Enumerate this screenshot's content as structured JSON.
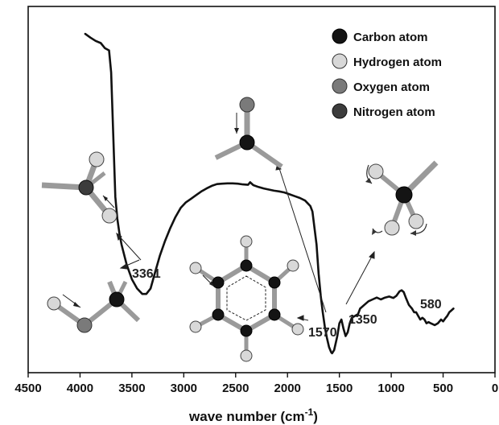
{
  "colors": {
    "carbon": "#141414",
    "hydrogen": "#d8d8d8",
    "oxygen": "#7a7a7a",
    "nitrogen": "#3c3c3c",
    "bond": "#9a9a9a",
    "line": "#111111"
  },
  "chart_data": {
    "type": "line",
    "xlabel_main": "wave number (cm",
    "xlabel_sup": "-1",
    "xlabel_close": ")",
    "xlim": [
      4500,
      0
    ],
    "x_ticks": [
      "4500",
      "4000",
      "3500",
      "3000",
      "2500",
      "2000",
      "1500",
      "1000",
      "500",
      "0"
    ],
    "legend": [
      {
        "label": "Carbon atom",
        "icon": "carbon-atom-icon",
        "color_key": "carbon"
      },
      {
        "label": "Hydrogen atom",
        "icon": "hydrogen-atom-icon",
        "color_key": "hydrogen"
      },
      {
        "label": "Oxygen atom",
        "icon": "oxygen-atom-icon",
        "color_key": "oxygen"
      },
      {
        "label": "Nitrogen atom",
        "icon": "nitrogen-atom-icon",
        "color_key": "nitrogen"
      }
    ],
    "peaks": [
      {
        "label": "3361",
        "x": 3361
      },
      {
        "label": "1570",
        "x": 1570
      },
      {
        "label": "1350",
        "x": 1350
      },
      {
        "label": "580",
        "x": 580
      }
    ],
    "series": [
      {
        "x": [
          3950,
          3900,
          3850,
          3800,
          3760,
          3720,
          3700,
          3680,
          3660,
          3640,
          3620,
          3600,
          3550,
          3500,
          3450,
          3400,
          3361,
          3320,
          3280,
          3230,
          3180,
          3130,
          3080,
          3030,
          2980,
          2930,
          2880,
          2830,
          2780,
          2730,
          2680,
          2630,
          2580,
          2530,
          2480,
          2430,
          2380,
          2360,
          2330,
          2280,
          2230,
          2180,
          2130,
          2080,
          2030,
          1980,
          1930,
          1880,
          1830,
          1780,
          1760,
          1720,
          1700,
          1680,
          1660,
          1640,
          1620,
          1600,
          1580,
          1570,
          1550,
          1520,
          1500,
          1480,
          1460,
          1440,
          1420,
          1400,
          1380,
          1350,
          1320,
          1300,
          1260,
          1220,
          1180,
          1140,
          1100,
          1060,
          1020,
          980,
          950,
          920,
          900,
          880,
          860,
          830,
          800,
          780,
          760,
          740,
          720,
          700,
          680,
          660,
          640,
          620,
          580,
          550,
          520,
          500,
          480,
          460,
          440,
          420,
          400
        ],
        "y": [
          92.5,
          91.5,
          90.6,
          90.0,
          88.6,
          88.0,
          82.0,
          65.0,
          48.0,
          42.0,
          38.0,
          35.0,
          29.5,
          25.5,
          23.0,
          21.5,
          21.5,
          23.0,
          27.0,
          32.0,
          36.0,
          39.5,
          42.5,
          45.0,
          46.5,
          47.5,
          48.5,
          49.5,
          50.3,
          51.0,
          51.5,
          51.6,
          51.7,
          51.7,
          51.6,
          51.4,
          51.3,
          52.0,
          51.2,
          50.7,
          50.3,
          50.0,
          49.7,
          49.5,
          49.2,
          48.7,
          48.2,
          47.7,
          47.0,
          45.5,
          44.0,
          35.0,
          27.0,
          21.0,
          16.5,
          12.5,
          9.5,
          7.0,
          5.6,
          5.3,
          6.2,
          10.0,
          13.5,
          14.5,
          12.0,
          10.0,
          11.0,
          13.5,
          15.0,
          15.5,
          16.0,
          17.5,
          18.5,
          19.5,
          20.0,
          20.5,
          20.0,
          20.5,
          20.8,
          20.4,
          21.0,
          22.2,
          22.5,
          22.0,
          20.5,
          18.5,
          17.5,
          16.5,
          16.5,
          15.5,
          14.5,
          15.0,
          14.5,
          13.5,
          13.8,
          13.5,
          13.0,
          13.5,
          14.5,
          14.0,
          14.8,
          15.5,
          16.5,
          17.0,
          17.5
        ]
      }
    ]
  }
}
